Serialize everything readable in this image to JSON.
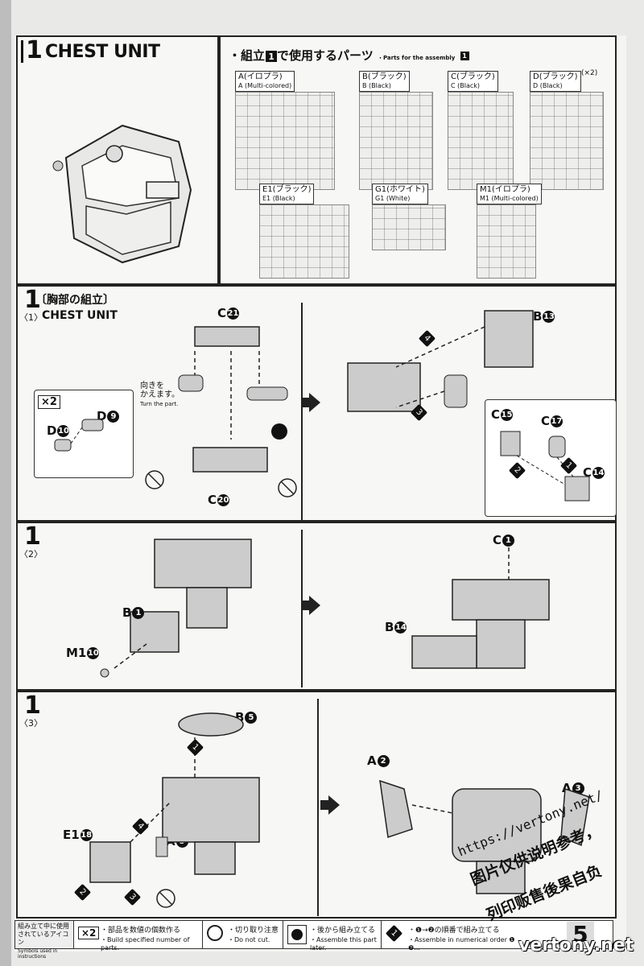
{
  "page_number": "5",
  "section1": {
    "step": "1",
    "title": "CHEST UNIT",
    "parts_heading": "・組立",
    "parts_heading_num": "1",
    "parts_heading_suffix": "で使用するパーツ",
    "parts_heading_en": "・Parts for the assembly",
    "parts_heading_en_num": "1",
    "sheets": [
      {
        "jp": "A(イロプラ)",
        "en": "A (Multi-colored)"
      },
      {
        "jp": "B(ブラック)",
        "en": "B (Black)"
      },
      {
        "jp": "C(ブラック)",
        "en": "C (Black)"
      },
      {
        "jp": "D(ブラック)",
        "en": "D (Black)",
        "note": "(×2)"
      },
      {
        "jp": "E1(ブラック)",
        "en": "E1 (Black)"
      },
      {
        "jp": "G1(ホワイト)",
        "en": "G1 (White)"
      },
      {
        "jp": "M1(イロプラ)",
        "en": "M1 (Multi-colored)"
      }
    ]
  },
  "step1_1": {
    "step": "1",
    "sub": "〈1〉",
    "title_jp": "〔胸部の組立〕",
    "title_en": "CHEST UNIT",
    "turn_jp": "向きを\nかえます。",
    "turn_en": "Turn the part.",
    "x2": "×2",
    "labels": {
      "c21": "C",
      "c21n": "21",
      "c20": "C",
      "c20n": "20",
      "d9": "D",
      "d9n": "9",
      "d10": "D",
      "d10n": "10",
      "b13": "B",
      "b13n": "13",
      "c15": "C",
      "c15n": "15",
      "c17": "C",
      "c17n": "17",
      "c14": "C",
      "c14n": "14"
    },
    "order": [
      "4",
      "3",
      "2",
      "1"
    ]
  },
  "step1_2": {
    "step": "1",
    "sub": "〈2〉",
    "labels": {
      "b1": "B",
      "b1n": "1",
      "m110": "M1",
      "m110n": "10",
      "c1": "C",
      "c1n": "1",
      "b14": "B",
      "b14n": "14"
    }
  },
  "step1_3": {
    "step": "1",
    "sub": "〈3〉",
    "labels": {
      "b5": "B",
      "b5n": "5",
      "a5": "A",
      "a5n": "5",
      "e118": "E1",
      "e118n": "18",
      "a2": "A",
      "a2n": "2",
      "a3": "A",
      "a3n": "3"
    },
    "order": [
      "1",
      "4",
      "2",
      "3"
    ]
  },
  "legend": {
    "title_jp": "組み立て中に使用されているアイコン",
    "title_en": "Symbols used in instructions",
    "items": [
      {
        "icon": "×2",
        "jp": "・部品を数値の個数作る",
        "en": "・Build specified number of parts."
      },
      {
        "icon": "cut",
        "jp": "・切り取り注意",
        "en": "・Do not cut."
      },
      {
        "icon": "later",
        "jp": "・後から組み立てる",
        "en": "・Assemble this part later."
      },
      {
        "icon": "1",
        "jp": "・❶→❷の順番で組み立てる",
        "en": "・Assemble in numerical order ❶ ❷..."
      }
    ]
  },
  "watermark": {
    "url": "https://vertony.net/",
    "line1": "图片仅供说明参考，",
    "line2": "列印贩售後果自负",
    "site": "vertony.net"
  }
}
